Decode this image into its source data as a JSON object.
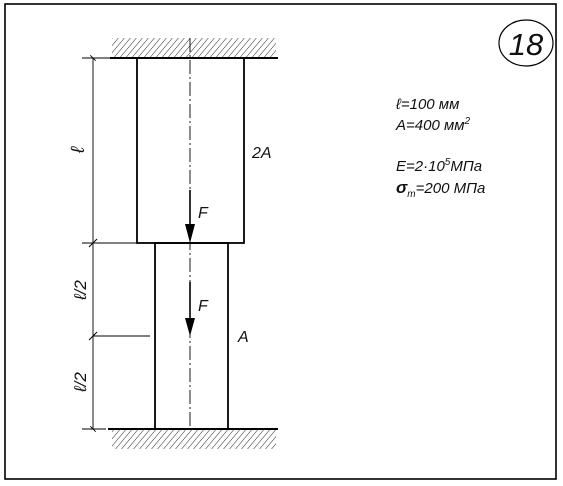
{
  "problem_number": "18",
  "params": {
    "length": "ℓ=100 мм",
    "area_base": "A=400 мм",
    "area_exp": "2",
    "modulus_base": "E=2·10",
    "modulus_exp": "5",
    "modulus_unit": "МПа",
    "yield_sym": "σ",
    "yield_sub": "т",
    "yield_value": "=200 МПа"
  },
  "dimensions": {
    "upper_length": "ℓ",
    "lower_half_1": "ℓ/2",
    "lower_half_2": "ℓ/2"
  },
  "labels": {
    "upper_area": "2A",
    "lower_area": "A",
    "force_upper": "F",
    "force_lower": "F"
  }
}
